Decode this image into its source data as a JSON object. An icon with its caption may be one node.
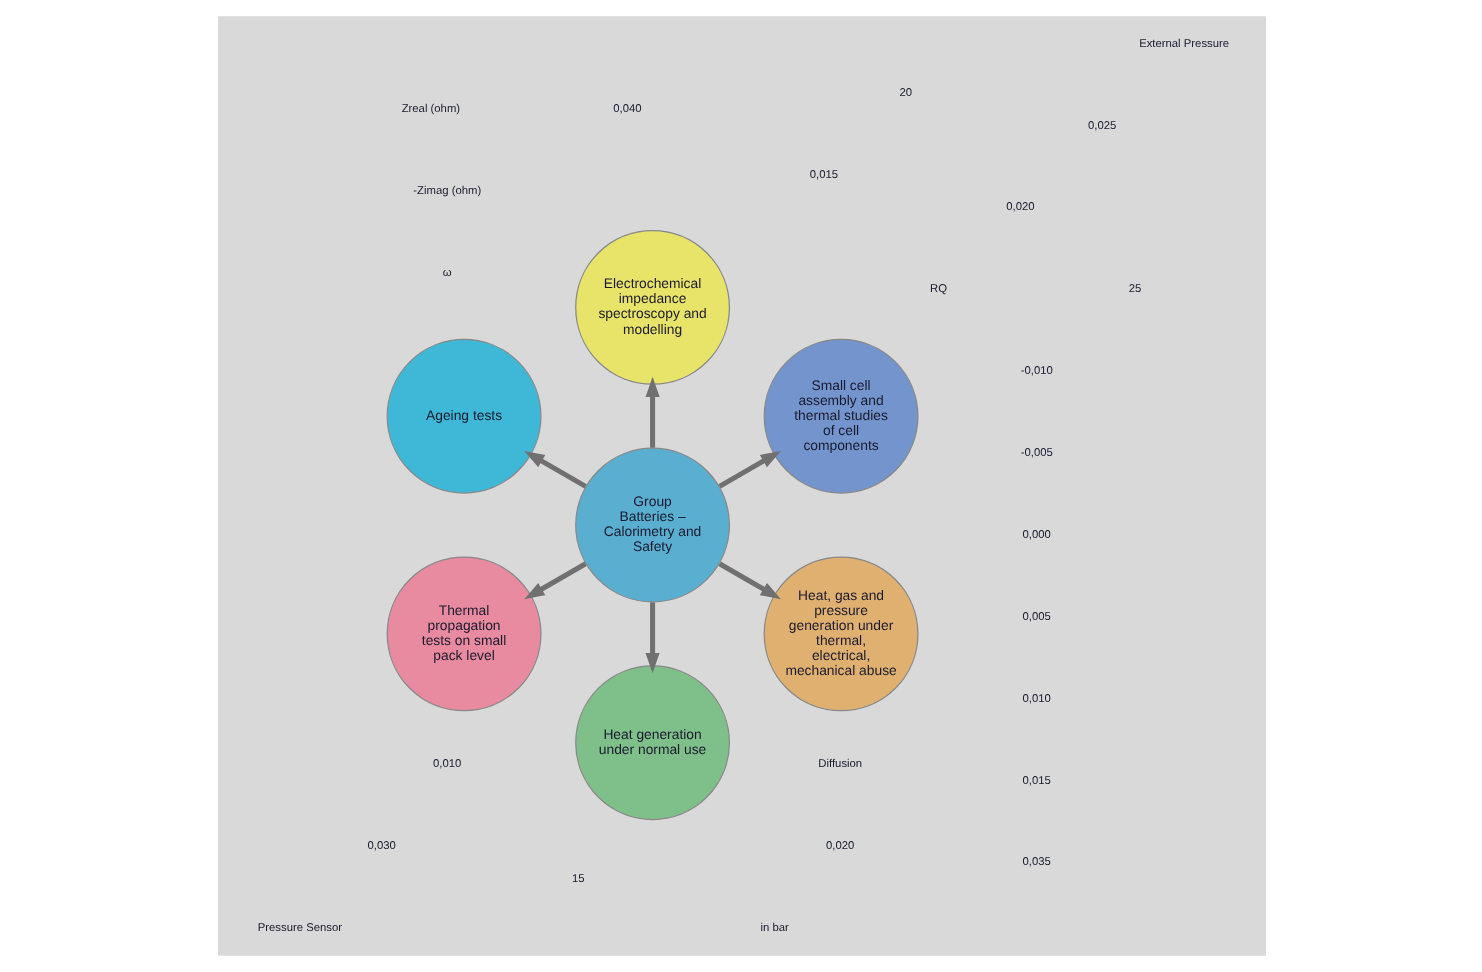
{
  "diagram": {
    "nodes": [
      {
        "text": [
          "Small cell assembly and thermal studies of cell components"
        ]
      },
      {
        "text": [
          "Electrochemical impedance spectroscopy and modelling"
        ]
      },
      {
        "text": [
          "Ageing tests"
        ]
      },
      {
        "text": [
          "Group",
          "Batteries – Calorimetry and Safety"
        ]
      },
      {
        "text": [
          "Thermal propagation tests on small pack level"
        ]
      },
      {
        "text": [
          "Heat generation under normal use"
        ]
      },
      {
        "text": [
          "Heat, gas and pressure generation under thermal, electrical, mechanical abuse"
        ]
      }
    ],
    "edges": [
      {
        "from": 3,
        "to": 0,
        "arrow": "to"
      },
      {
        "from": 3,
        "to": 2,
        "arrow": "to"
      },
      {
        "from": 3,
        "to": 5,
        "arrow": "to"
      },
      {
        "from": 3,
        "to": 6,
        "arrow": "to"
      },
      {
        "from": 3,
        "to": 4,
        "arrow": "to"
      },
      {
        "from": 3,
        "to": 1,
        "arrow": "to"
      }
    ],
    "labels": [
      "RQ",
      "Diffusion",
      "0,020",
      "0,015",
      "0,010",
      "0,005",
      "0,000",
      "-0,005",
      "-0,010",
      "-Zimag (ohm)",
      "ω",
      "0,010",
      "0,015",
      "0,020",
      "0,025",
      "0,030",
      "0,035",
      "0,040",
      "Zreal (ohm)",
      "25",
      "20",
      "15",
      "in bar",
      "External Pressure",
      "Pressure Sensor"
    ]
  }
}
